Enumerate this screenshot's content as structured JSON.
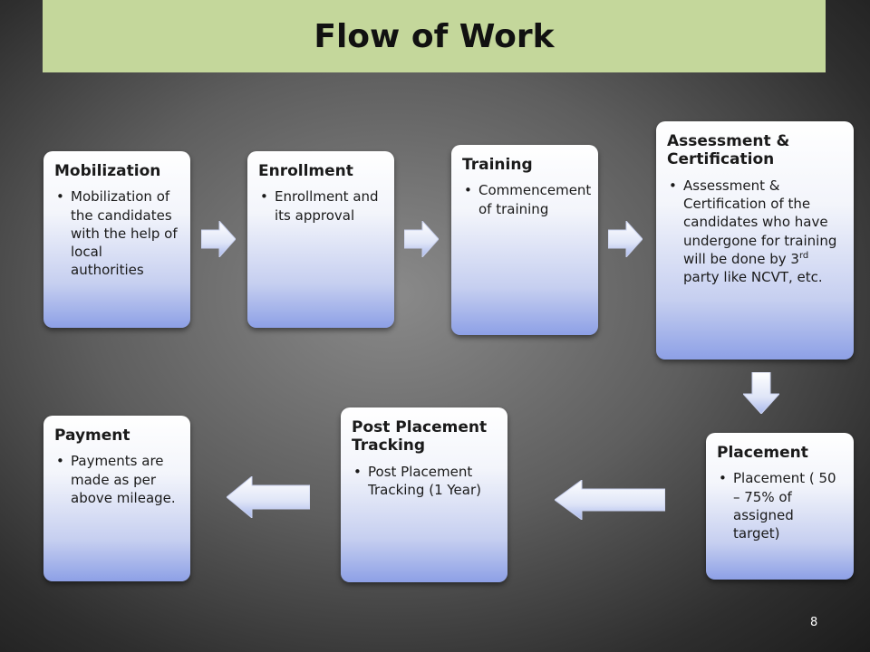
{
  "title": "Flow of Work",
  "steps": {
    "mobilization": {
      "heading": "Mobilization",
      "bullet": "Mobilization of the candidates with the help of local authorities"
    },
    "enrollment": {
      "heading": "Enrollment",
      "bullet": "Enrollment and its approval"
    },
    "training": {
      "heading": "Training",
      "bullet": "Commencement of training"
    },
    "assessment": {
      "heading": "Assessment & Certification",
      "bullet_pre": "Assessment & Certification of the candidates who have undergone for training will be done by 3",
      "bullet_sup": "rd",
      "bullet_post": " party like NCVT, etc."
    },
    "placement": {
      "heading": "Placement",
      "bullet": "Placement ( 50 – 75% of assigned target)"
    },
    "post_placement": {
      "heading": "Post Placement Tracking",
      "bullet": "Post Placement Tracking (1 Year)"
    },
    "payment": {
      "heading": "Payment",
      "bullet": "Payments are made as per above mileage."
    }
  },
  "page_number": "8"
}
